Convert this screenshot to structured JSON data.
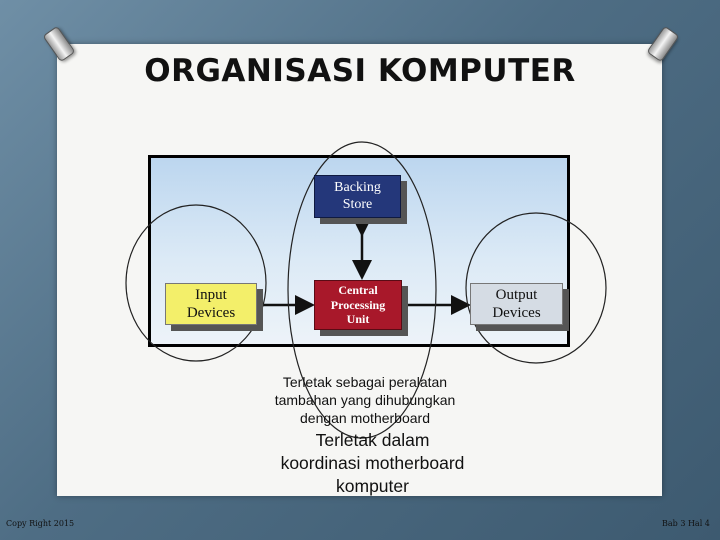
{
  "title": "ORGANISASI KOMPUTER",
  "diagram": {
    "backing_store": [
      "Backing",
      "Store"
    ],
    "cpu": [
      "Central",
      "Processing",
      "Unit"
    ],
    "input": [
      "Input",
      "Devices"
    ],
    "output": [
      "Output",
      "Devices"
    ]
  },
  "captions": {
    "small": [
      "Terletak sebagai peralatan",
      "tambahan yang dihubungkan",
      "dengan motherboard"
    ],
    "big": [
      "Terletak dalam",
      "koordinasi motherboard",
      "komputer"
    ]
  },
  "footer": {
    "left": "Copy Right 2015",
    "right": "Bab 3 Hal 4"
  },
  "colors": {
    "backing_store": "#24377a",
    "cpu": "#a8182a",
    "input": "#f3ef6a",
    "output": "#d5dce4"
  }
}
